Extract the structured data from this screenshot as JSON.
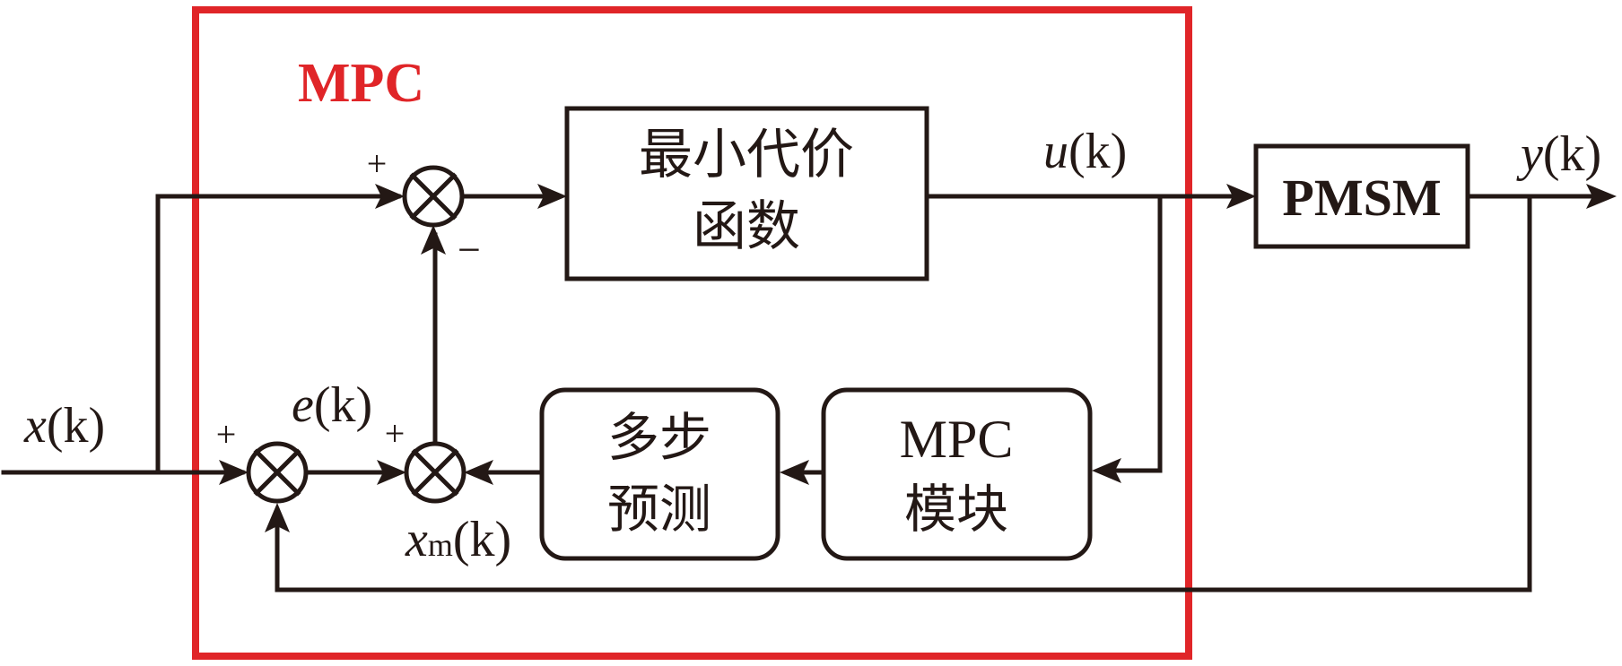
{
  "diagram": {
    "type": "control-block-diagram",
    "frame": {
      "label": "MPC",
      "color": "#e02528"
    },
    "blocks": {
      "cost_function": {
        "line1": "最小代价",
        "line2": "函数"
      },
      "plant": {
        "label": "PMSM"
      },
      "multi_step_prediction": {
        "line1": "多步",
        "line2": "预测"
      },
      "mpc_module": {
        "line1": "MPC",
        "line2": "模块"
      }
    },
    "signals": {
      "input": {
        "var": "x",
        "arg": "(k)"
      },
      "error": {
        "var": "e",
        "arg": "(k)"
      },
      "control": {
        "var": "u",
        "arg": "(k)"
      },
      "output": {
        "var": "y",
        "arg": "(k)"
      },
      "model_state": {
        "var": "x",
        "sub": "m",
        "arg": "(k)"
      }
    },
    "summing_junctions": {
      "top": {
        "left_sign": "+",
        "bottom_sign": "−"
      },
      "bottom_left": {
        "left_sign": "+"
      },
      "bottom_right": {
        "left_sign": "+"
      }
    },
    "colors": {
      "line": "#231815",
      "frame": "#e02528"
    }
  }
}
